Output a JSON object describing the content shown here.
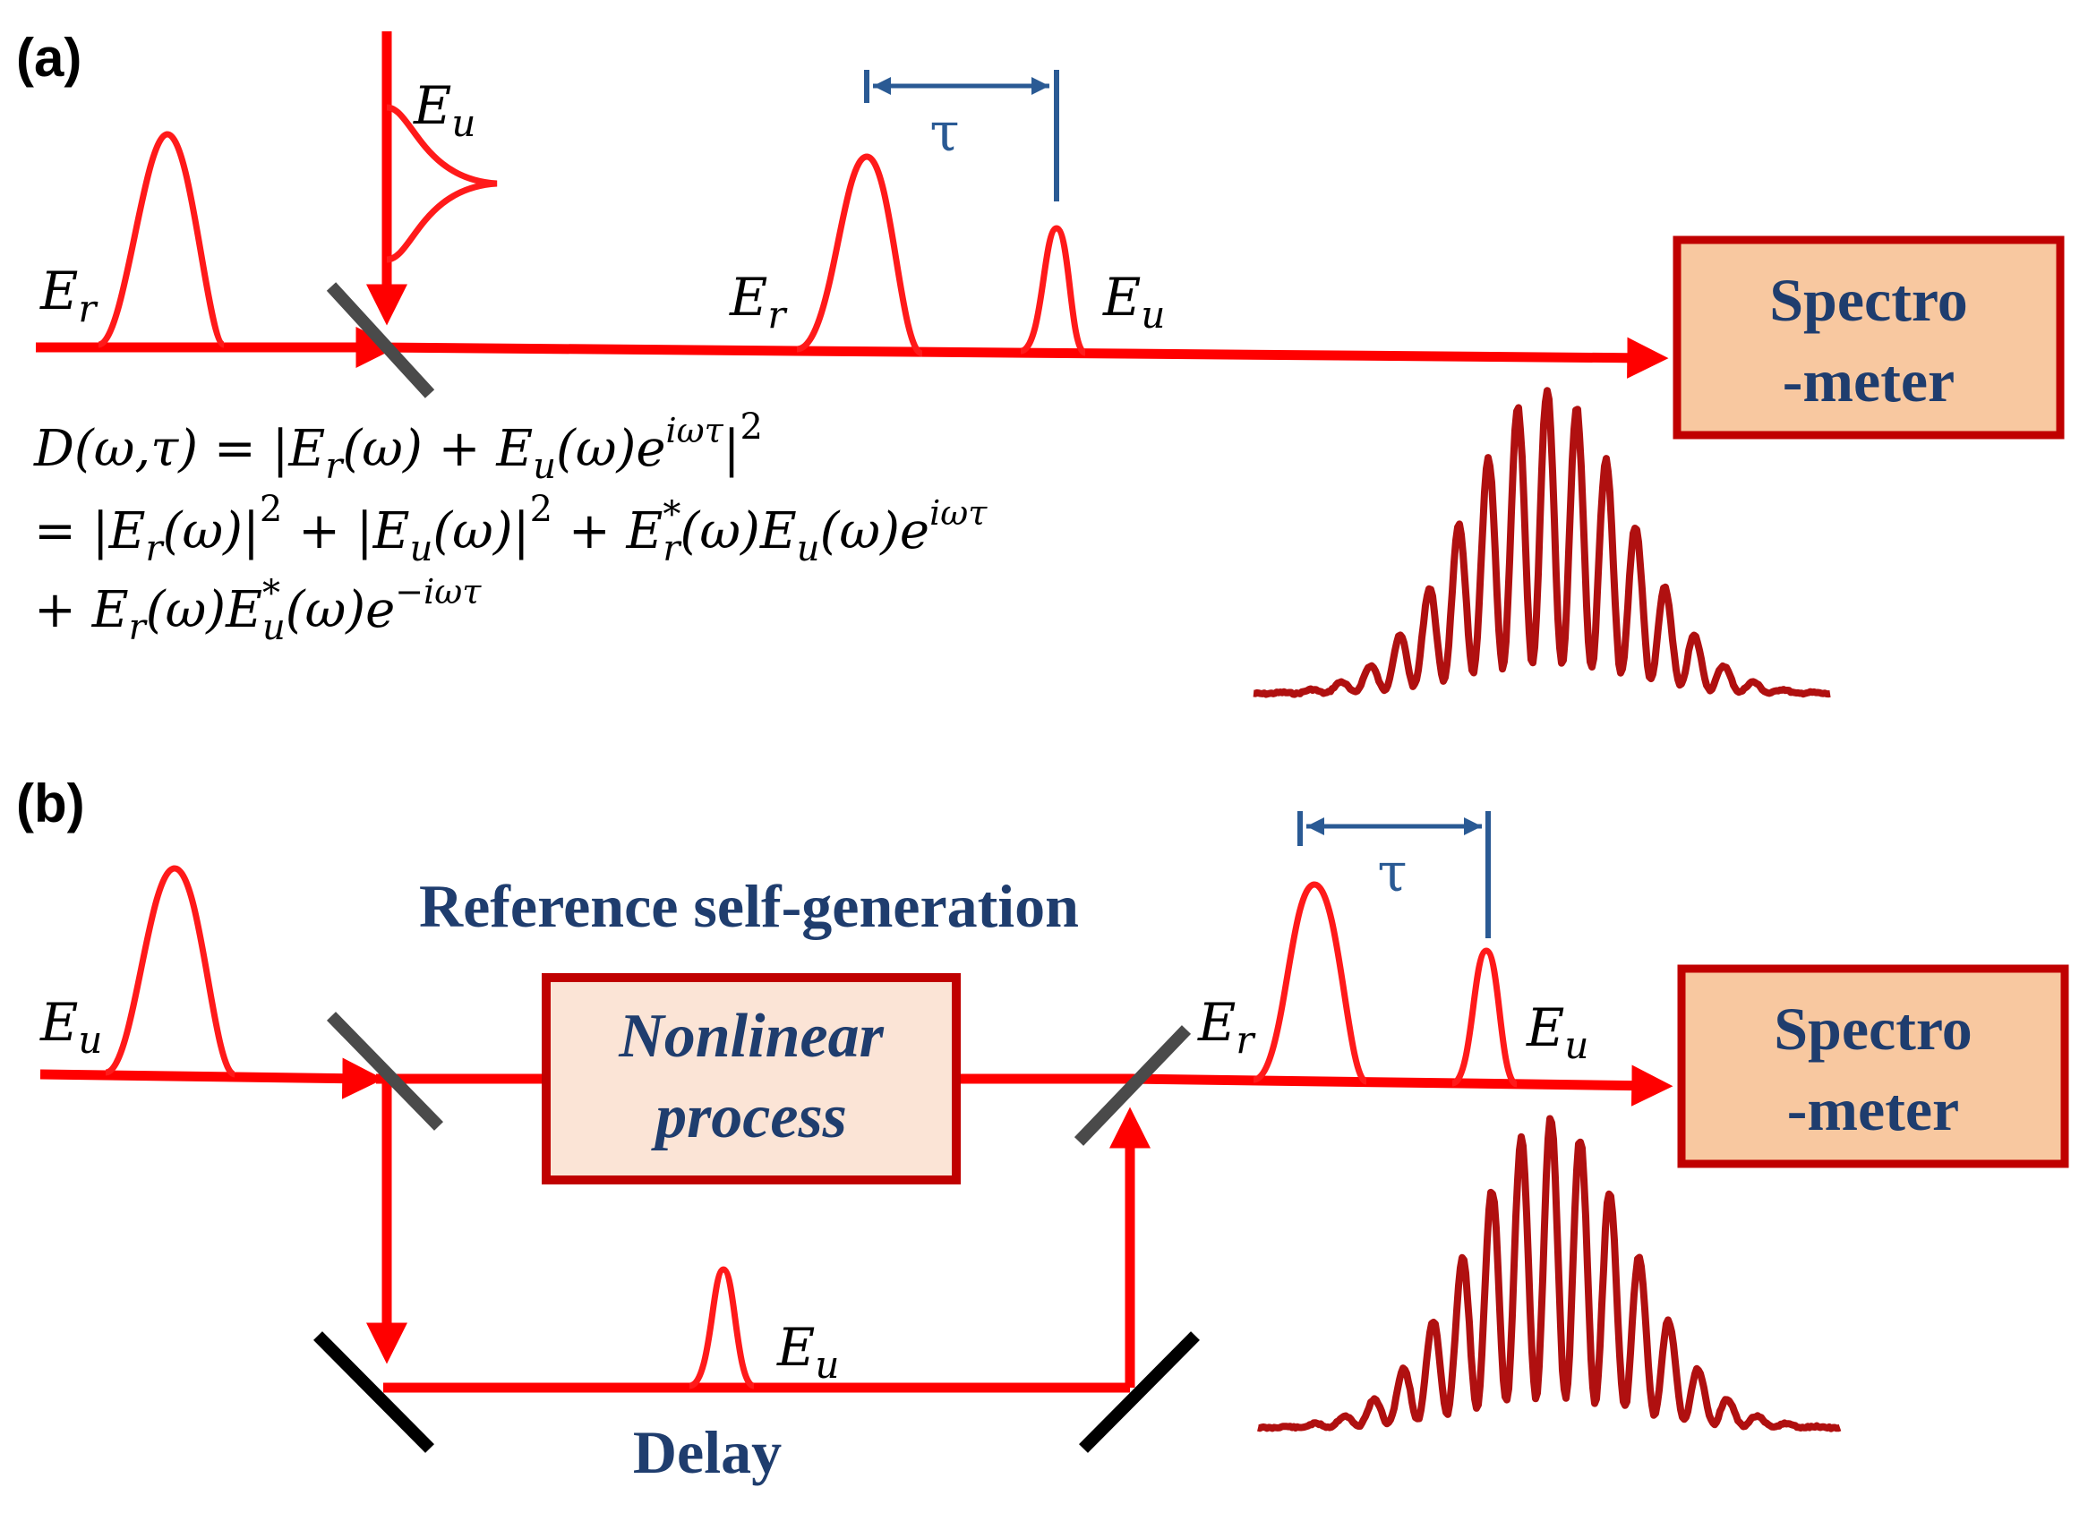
{
  "colors": {
    "beam": "#ff0000",
    "pulse": "#ff1a1a",
    "spectrum": "#b01010",
    "box_fill": "#f8c8a0",
    "box_fill_light": "#fbe4d6",
    "box_border": "#c00000",
    "label_blue": "#1f3d6e",
    "tau_blue": "#2a5a94",
    "splitter_gray": "#4a4a4a",
    "mirror_black": "#000000"
  },
  "panel_a": {
    "label": "(a)",
    "pulse_labels": {
      "ref_input": "E",
      "ref_input_sub": "r",
      "unknown_input": "E",
      "unknown_input_sub": "u",
      "ref_combined": "E",
      "ref_combined_sub": "r",
      "unknown_combined": "E",
      "unknown_combined_sub": "u"
    },
    "tau": "τ",
    "spectrometer": {
      "line1": "Spectro",
      "line2": "-meter"
    },
    "equation": {
      "line1": "D(ω,τ) = |E",
      "line1_sub1": "r",
      "line1_b": "(ω) + E",
      "line1_sub2": "u",
      "line1_c": "(ω)e",
      "line1_sup": "iωτ",
      "line1_d": "|",
      "line1_pow": "2",
      "line2": "= |E",
      "line2_sub1": "r",
      "line2_b": "(ω)|",
      "line2_pow1": "2",
      "line2_c": " + |E",
      "line2_sub2": "u",
      "line2_d": "(ω)|",
      "line2_pow2": "2",
      "line2_e": " + E",
      "line2_star": "*",
      "line2_sub3": "r",
      "line2_f": "(ω)E",
      "line2_sub4": "u",
      "line2_g": "(ω)e",
      "line2_sup": "iωτ",
      "line3": "+ E",
      "line3_sub1": "r",
      "line3_b": "(ω)E",
      "line3_star": "*",
      "line3_sub2": "u",
      "line3_c": "(ω)e",
      "line3_sup": "−iωτ"
    }
  },
  "panel_b": {
    "label": "(b)",
    "reference_title": "Reference self-generation",
    "nonlinear_box": {
      "line1": "Nonlinear",
      "line2": "process"
    },
    "delay_label": "Delay",
    "tau": "τ",
    "spectrometer": {
      "line1": "Spectro",
      "line2": "-meter"
    },
    "pulse_labels": {
      "unknown_input": "E",
      "unknown_input_sub": "u",
      "delay_pulse": "E",
      "delay_pulse_sub": "u",
      "ref_combined": "E",
      "ref_combined_sub": "r",
      "unknown_combined": "E",
      "unknown_combined_sub": "u"
    }
  }
}
